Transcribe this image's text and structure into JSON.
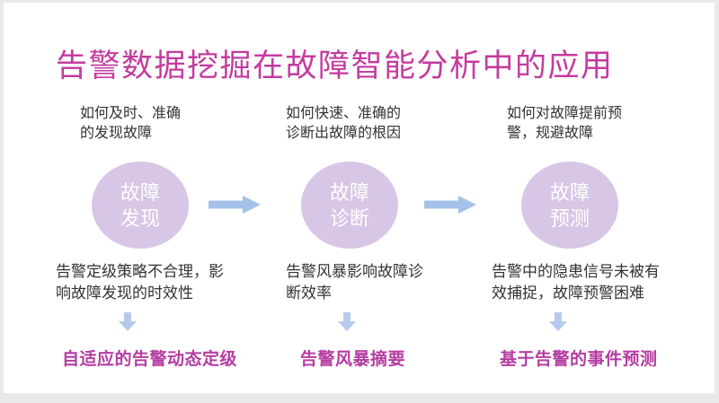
{
  "title": "告警数据挖掘在故障智能分析中的应用",
  "colors": {
    "title": "#c43b9f",
    "circle-fill": "#d7c6e5",
    "circle-text": "#ffffff",
    "arrow": "#a5c1e8",
    "down-arrow": "#b7caee",
    "body-text": "#333333",
    "solution": "#b53ca1",
    "slide-bg": "#ffffff",
    "frame-bg": "#e9e9e9"
  },
  "columns": [
    {
      "id": "fault-discovery",
      "question": "如何及时、准确\n的发现故障",
      "circle_label": "故障\n发现",
      "problem": "告警定级策略不合理，影\n响故障发现的时效性",
      "solution": "自适应的告警动态定级"
    },
    {
      "id": "fault-diagnosis",
      "question": "如何快速、准确的\n诊断出故障的根因",
      "circle_label": "故障\n诊断",
      "problem": "告警风暴影响故障诊\n断效率",
      "solution": "告警风暴摘要"
    },
    {
      "id": "fault-prediction",
      "question": "如何对故障提前预\n警，规避故障",
      "circle_label": "故障\n预测",
      "problem": "告警中的隐患信号未被有\n效捕捉，故障预警困难",
      "solution": "基于告警的事件预测"
    }
  ]
}
